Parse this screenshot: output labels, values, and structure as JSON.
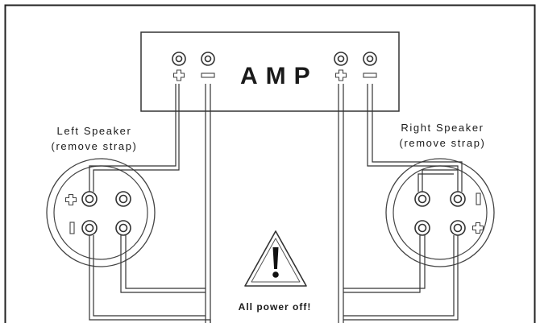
{
  "amplifier": {
    "label": "AMP"
  },
  "left_speaker": {
    "title": "Left Speaker",
    "note": "(remove strap)"
  },
  "right_speaker": {
    "title": "Right Speaker",
    "note": "(remove strap)"
  },
  "warning": {
    "text": "All power off!"
  }
}
